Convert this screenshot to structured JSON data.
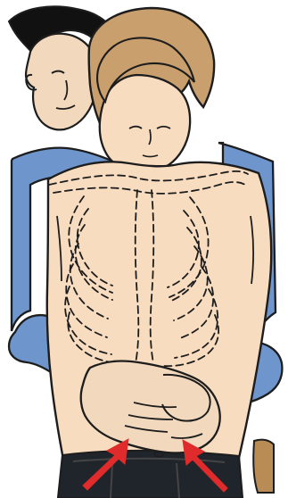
{
  "scene": {
    "description_icons": [
      "rescuer-figure",
      "patient-figure",
      "rib-cage-outline",
      "hands-fist",
      "thrust-arrow-left",
      "thrust-arrow-right"
    ]
  },
  "colors": {
    "rescuer_shirt": "#6f96cc",
    "rescuer_skin": "#f2d9bd",
    "rescuer_hair": "#111111",
    "patient_skin": "#f8dcc0",
    "patient_hair": "#c99f6e",
    "patient_pants": "#20242b",
    "belt": "#b98b55",
    "outline": "#1d1d1d",
    "arrow": "#df2b2b"
  }
}
